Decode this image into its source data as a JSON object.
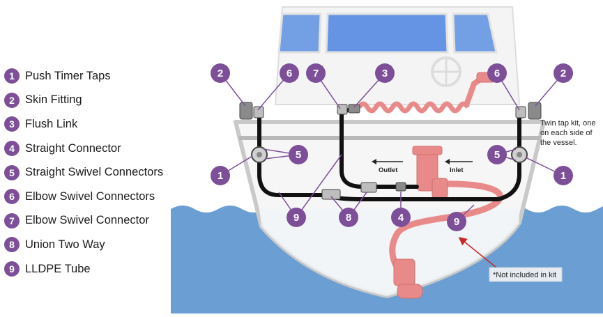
{
  "legend": [
    {
      "num": "1",
      "label": "Push Timer Taps"
    },
    {
      "num": "2",
      "label": "Skin Fitting"
    },
    {
      "num": "3",
      "label": "Flush Link"
    },
    {
      "num": "4",
      "label": "Straight Connector"
    },
    {
      "num": "5",
      "label": "Straight Swivel Connectors"
    },
    {
      "num": "6",
      "label": "Elbow Swivel Connectors"
    },
    {
      "num": "7",
      "label": "Elbow Swivel Connector"
    },
    {
      "num": "8",
      "label": "Union Two Way"
    },
    {
      "num": "9",
      "label": "LLDPE Tube"
    }
  ],
  "callouts": {
    "left_2": "2",
    "left_6": "6",
    "top_7": "7",
    "top_3": "3",
    "right_6": "6",
    "right_2": "2",
    "left_5": "5",
    "left_1": "1",
    "right_5": "5",
    "right_1": "1",
    "bottom_9a": "9",
    "bottom_8": "8",
    "bottom_4": "4",
    "bottom_9b": "9"
  },
  "annotations": {
    "twin_tap_line1": "Twin tap kit, one",
    "twin_tap_line2": "on each side of",
    "twin_tap_line3": "the vessel.",
    "outlet": "Outlet",
    "inlet": "Inlet",
    "not_included": "*Not included in kit"
  },
  "colors": {
    "callout": "#7c4f98",
    "water": "#6b9fd4",
    "hose_red": "#e98a8a",
    "tube": "#111111",
    "hull": "#c9c9c9"
  }
}
